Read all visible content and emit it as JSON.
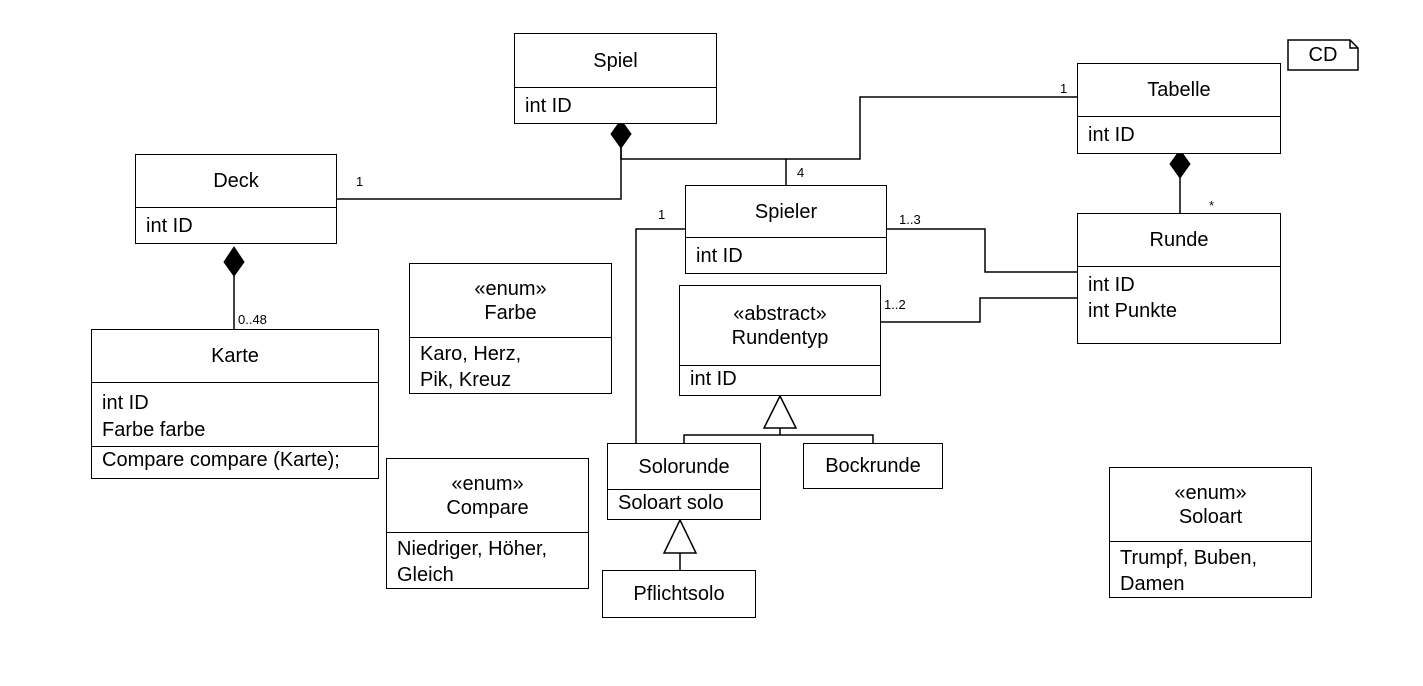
{
  "classes": {
    "spiel": {
      "name": "Spiel",
      "attrs": [
        "int ID"
      ]
    },
    "tabelle": {
      "name": "Tabelle",
      "attrs": [
        "int ID"
      ]
    },
    "deck": {
      "name": "Deck",
      "attrs": [
        "int ID"
      ]
    },
    "spieler": {
      "name": "Spieler",
      "attrs": [
        "int ID"
      ]
    },
    "runde": {
      "name": "Runde",
      "attrs": [
        "int ID",
        "int Punkte"
      ]
    },
    "farbe": {
      "stereotype": "«enum»",
      "name": "Farbe",
      "attrs": [
        "Karo, Herz,",
        "Pik, Kreuz"
      ]
    },
    "rundentyp": {
      "stereotype": "«abstract»",
      "name": "Rundentyp",
      "attrs": [
        "int ID"
      ]
    },
    "karte": {
      "name": "Karte",
      "attrs": [
        "int ID",
        "Farbe farbe"
      ],
      "methods": [
        "Compare compare (Karte);"
      ]
    },
    "compare": {
      "stereotype": "«enum»",
      "name": "Compare",
      "attrs": [
        "Niedriger, Höher,",
        "Gleich"
      ]
    },
    "solorunde": {
      "name": "Solorunde",
      "attrs": [
        "Soloart solo"
      ]
    },
    "bockrunde": {
      "name": "Bockrunde"
    },
    "pflichtsolo": {
      "name": "Pflichtsolo"
    },
    "soloart": {
      "stereotype": "«enum»",
      "name": "Soloart",
      "attrs": [
        "Trumpf, Buben,",
        "Damen"
      ]
    }
  },
  "multiplicities": {
    "tabelle_spieler": "1",
    "deck_spieler": "1",
    "spieler_top": "4",
    "solorunde_spieler": "1",
    "spieler_runde": "1..3",
    "runde_tabelle": "*",
    "rundentyp_runde": "1..2",
    "deck_karte": "0..48"
  },
  "note": {
    "label": "CD"
  }
}
